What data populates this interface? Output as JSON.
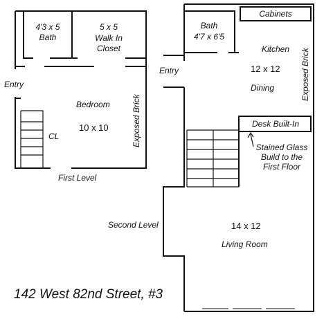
{
  "first_level": {
    "label": "First Level",
    "entry": "Entry",
    "bath": {
      "dims": "4'3 x 5",
      "name": "Bath"
    },
    "closet": {
      "dims": "5 x 5",
      "name": "Walk In",
      "name2": "Closet"
    },
    "bedroom": {
      "name": "Bedroom",
      "dims": "10 x 10"
    },
    "closet_cl": "CL",
    "exposed_brick": "Exposed Brick"
  },
  "second_level": {
    "label": "Second Level",
    "entry": "Entry",
    "bath": {
      "name": "Bath",
      "dims": "4'7 x 6'5"
    },
    "cabinets": "Cabinets",
    "kitchen": "Kitchen",
    "dining": {
      "dims": "12 x 12",
      "name": "Dining"
    },
    "exposed_brick": "Exposed Brick",
    "desk": "Desk Built-In",
    "stained_glass": {
      "line1": "Stained Glass",
      "line2": "Build to the",
      "line3": "First Floor"
    },
    "living_room": {
      "dims": "14 x 12",
      "name": "Living Room"
    }
  },
  "address": "142 West 82nd Street, #3",
  "colors": {
    "wall": "#111111",
    "background": "#ffffff"
  }
}
